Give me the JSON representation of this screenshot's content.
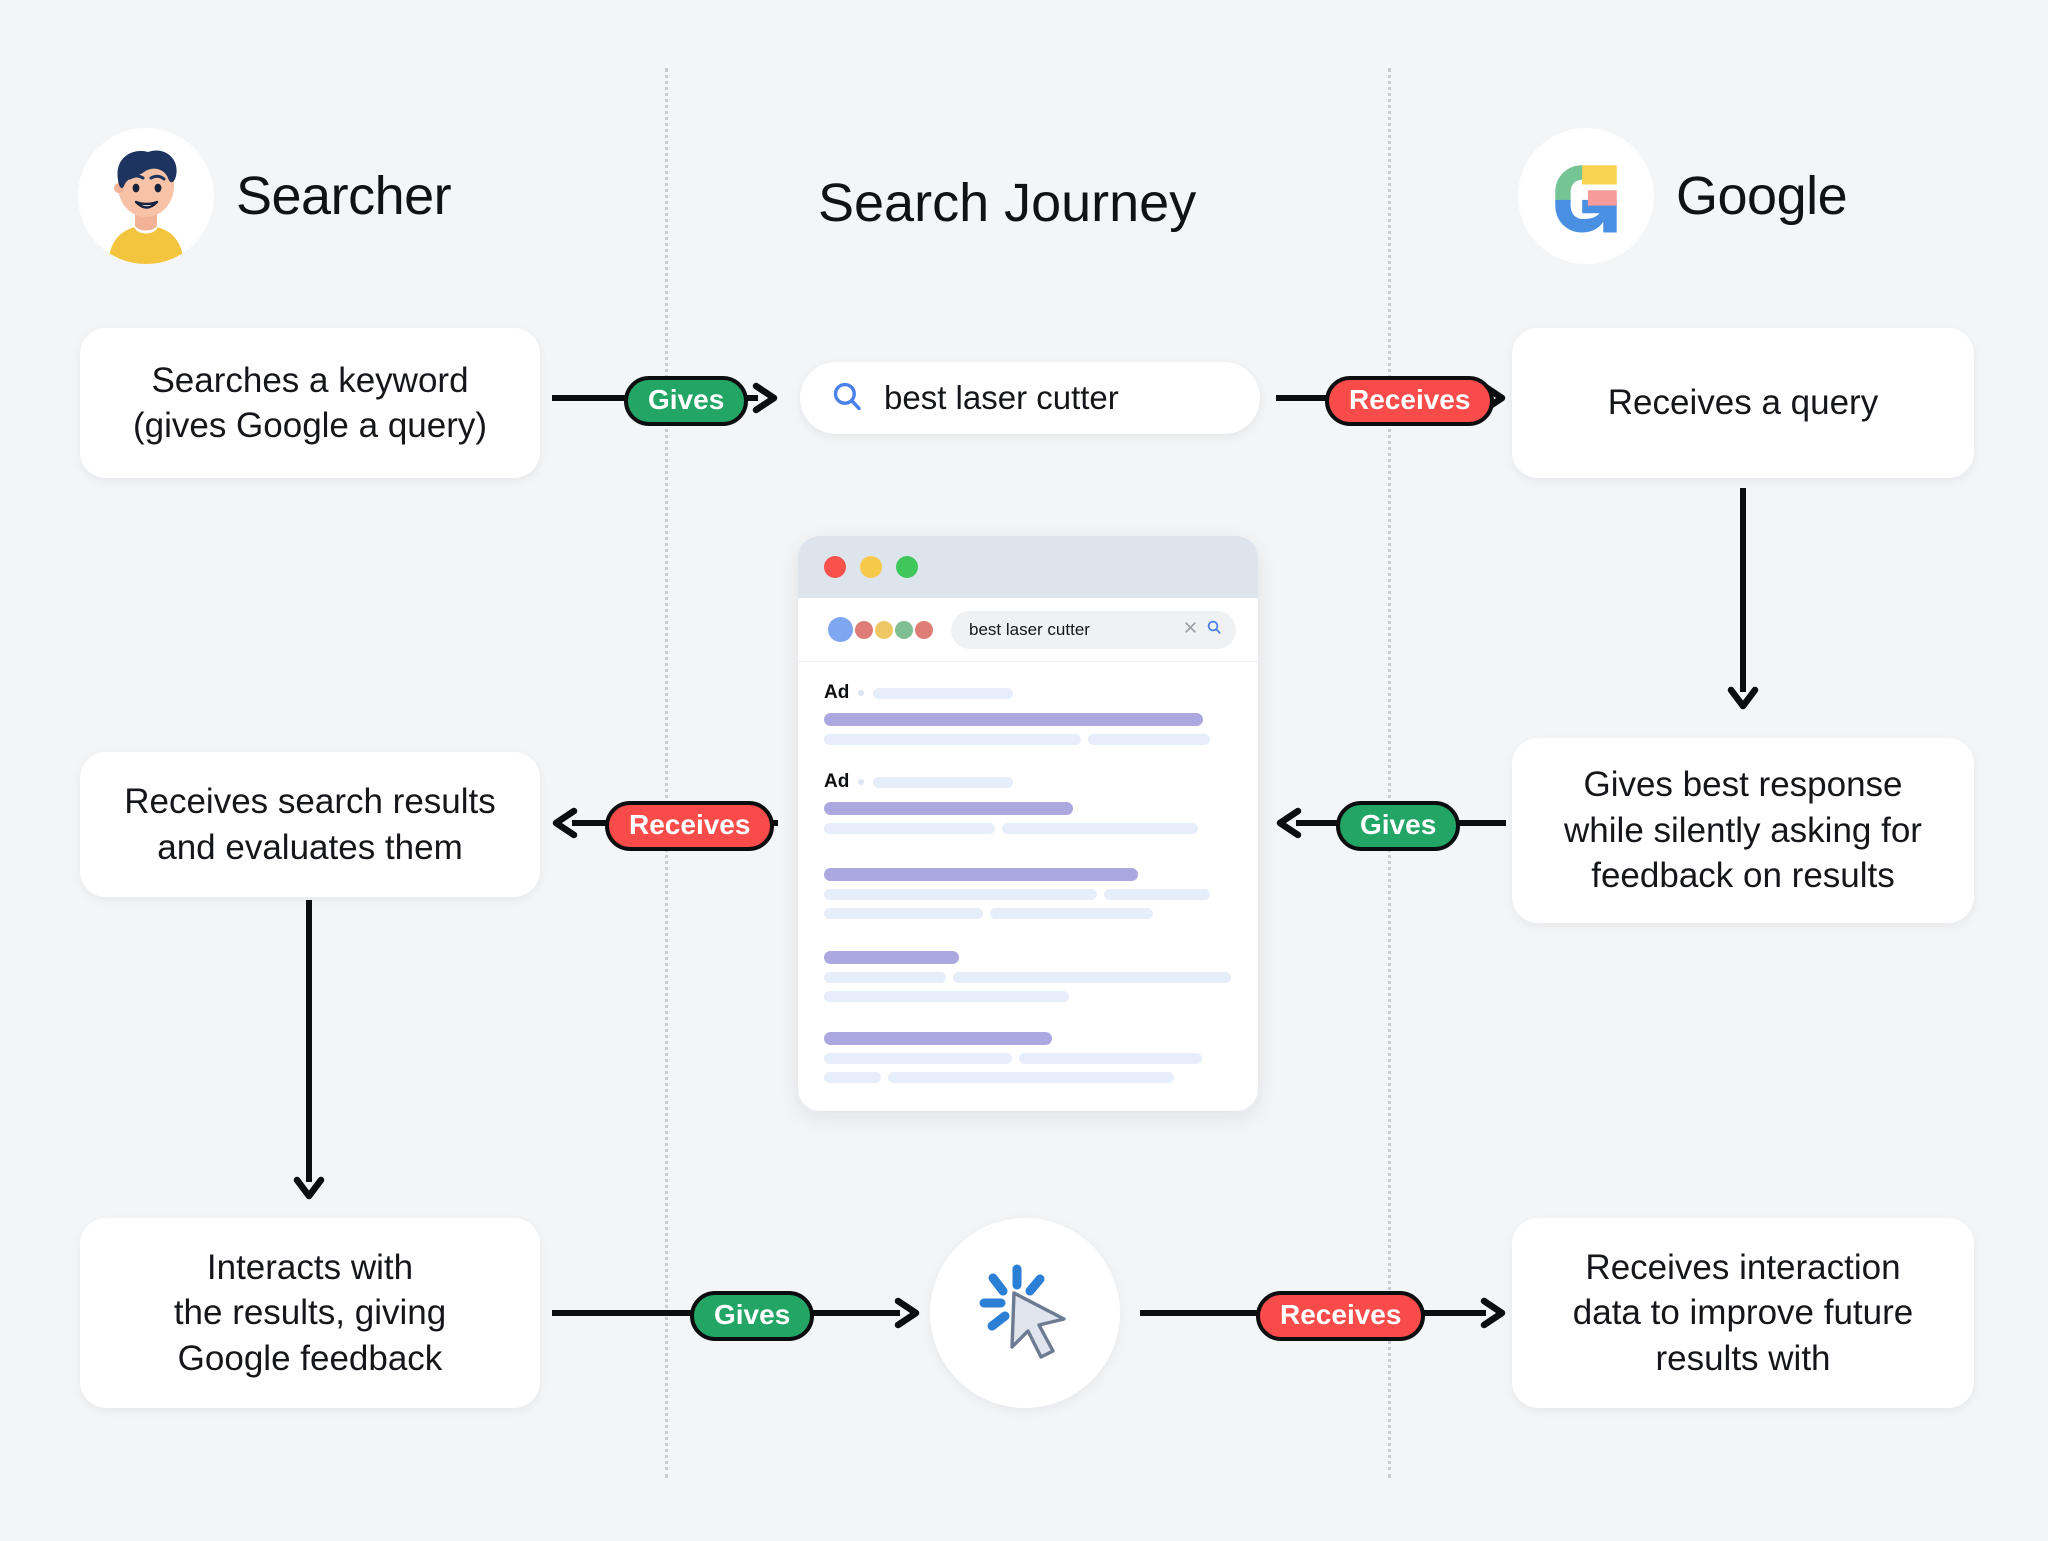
{
  "lanes": {
    "left": {
      "title": "Searcher",
      "avatar_icon": "person-avatar-icon"
    },
    "center": {
      "title": "Search Journey"
    },
    "right": {
      "title": "Google",
      "logo_icon": "google-g-logo-icon"
    }
  },
  "cards": {
    "left_1": "Searches a keyword\n(gives Google a query)",
    "left_2": "Receives search results\nand evaluates them",
    "left_3": "Interacts with\nthe results, giving\nGoogle feedback",
    "right_1": "Receives a query",
    "right_2": "Gives best response\nwhile silently asking for\nfeedback on results",
    "right_3": "Receives interaction\ndata to improve future\nresults with"
  },
  "badges": {
    "row1_left": "Gives",
    "row1_right": "Receives",
    "row2_left": "Receives",
    "row2_right": "Gives",
    "row3_left": "Gives",
    "row3_right": "Receives"
  },
  "center_searchbar": {
    "query": "best laser cutter",
    "icon": "search-icon"
  },
  "browser": {
    "traffic_lights": [
      "close-red-dot",
      "minimize-yellow-dot",
      "maximize-green-dot"
    ],
    "url_query": "best laser cutter",
    "clear_icon": "close-x-icon",
    "search_icon": "search-icon",
    "results": [
      {
        "ad_label": "Ad"
      },
      {
        "ad_label": "Ad"
      }
    ]
  },
  "click": {
    "icon": "cursor-click-icon"
  },
  "colors": {
    "background": "#f4f5f7",
    "card": "#ffffff",
    "gives_green": "#22a565",
    "receives_red": "#fa4b4b",
    "arrow_black": "#0c0d0f",
    "divider_gray": "#c9cbcf",
    "result_title_purple": "#aba8e0",
    "result_line_blue": "#e7eefb",
    "browser_titlebar": "#dde4ec",
    "search_icon_blue": "#4a80ea"
  }
}
